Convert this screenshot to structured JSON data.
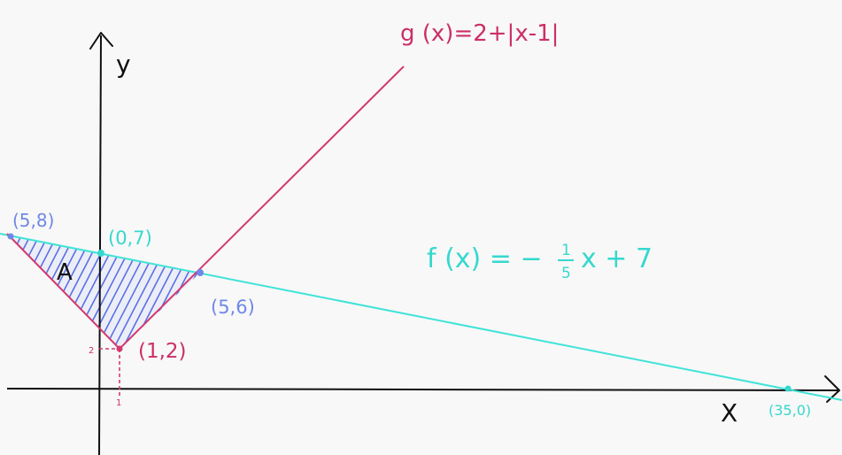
{
  "colors": {
    "background": "#f8f8f8",
    "axis": "#111111",
    "g_line": "#d23a6e",
    "f_line": "#3fe3d8",
    "hatch": "#5a6fe6",
    "blue_label": "#6f88e8",
    "pink_label": "#cc2f68",
    "cyan_label": "#35d8ce"
  },
  "labels": {
    "y_axis": "y",
    "x_axis": "X",
    "g_formula": "g (x)=2+|x-1|",
    "f_formula": "f (x) = −",
    "f_fraction_num": "1",
    "f_fraction_den": "5",
    "f_formula_tail": "x + 7",
    "area": "A",
    "point_left": "(5,8)",
    "point_yint": "(0,7)",
    "point_right": "(5,6)",
    "point_vertex": "(1,2)",
    "point_xint": "(35,0)",
    "tick_x": "1",
    "tick_y": "2"
  }
}
